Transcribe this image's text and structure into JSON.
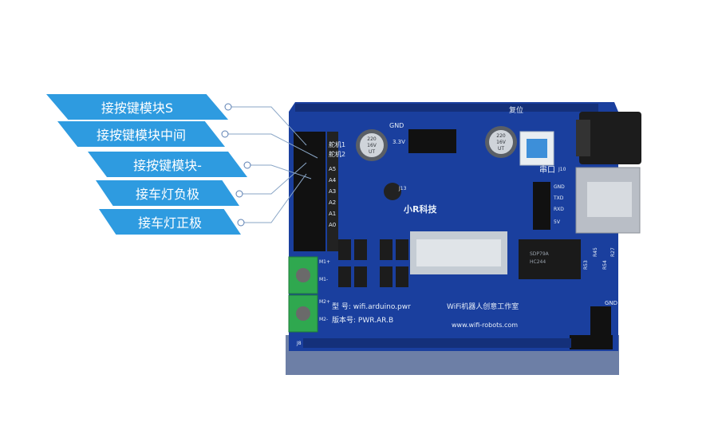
{
  "labels": [
    "接按键模块S",
    "接按键模块中间",
    "接按键模块-",
    "接车灯负极",
    "接车灯正极"
  ],
  "board": {
    "reset_label": "复位",
    "serial_label": "串口",
    "brand": "小R科技",
    "model_line": "型  号: wifi.arduino.pwr",
    "version_line": "版本号: PWR.AR.B",
    "company": "WiFi机器人创意工作室",
    "website": "www.wifi-robots.com",
    "servo1": "舵机1",
    "servo2": "舵机2",
    "cap_left": [
      "220",
      "16V",
      "UT"
    ],
    "cap_right": [
      "220",
      "16V",
      "UT"
    ],
    "header_gnd": "GND",
    "v33": "3.3V",
    "uart_pins": [
      "GND",
      "TXD",
      "RXD",
      "5V"
    ],
    "analog_pins": [
      "A5",
      "A4",
      "A3",
      "A2",
      "A1",
      "A0"
    ],
    "motor_pins": [
      "M1+",
      "M1-",
      "M2+",
      "M2-"
    ],
    "chip_text": [
      "SDP79A",
      "HC244"
    ],
    "j_labels": [
      "J10",
      "J13",
      "J8"
    ],
    "r_labels": [
      "R53",
      "R45",
      "R54",
      "R27"
    ],
    "gnd_right": "GND"
  },
  "colors": {
    "pcb": "#1a3f9e",
    "pcb_dark": "#0f2a70",
    "accent": "#2e9be0",
    "terminal": "#2fa84f"
  }
}
